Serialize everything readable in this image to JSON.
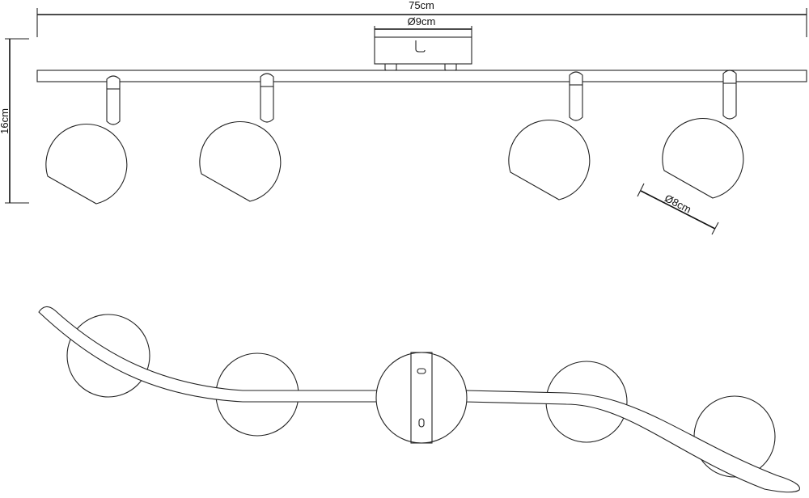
{
  "dimensions": {
    "length": "75cm",
    "canopy_diameter": "Ø9cm",
    "height": "16cm",
    "shade_diameter": "Ø8cm"
  },
  "colors": {
    "line": "#222222",
    "background": "#ffffff"
  }
}
